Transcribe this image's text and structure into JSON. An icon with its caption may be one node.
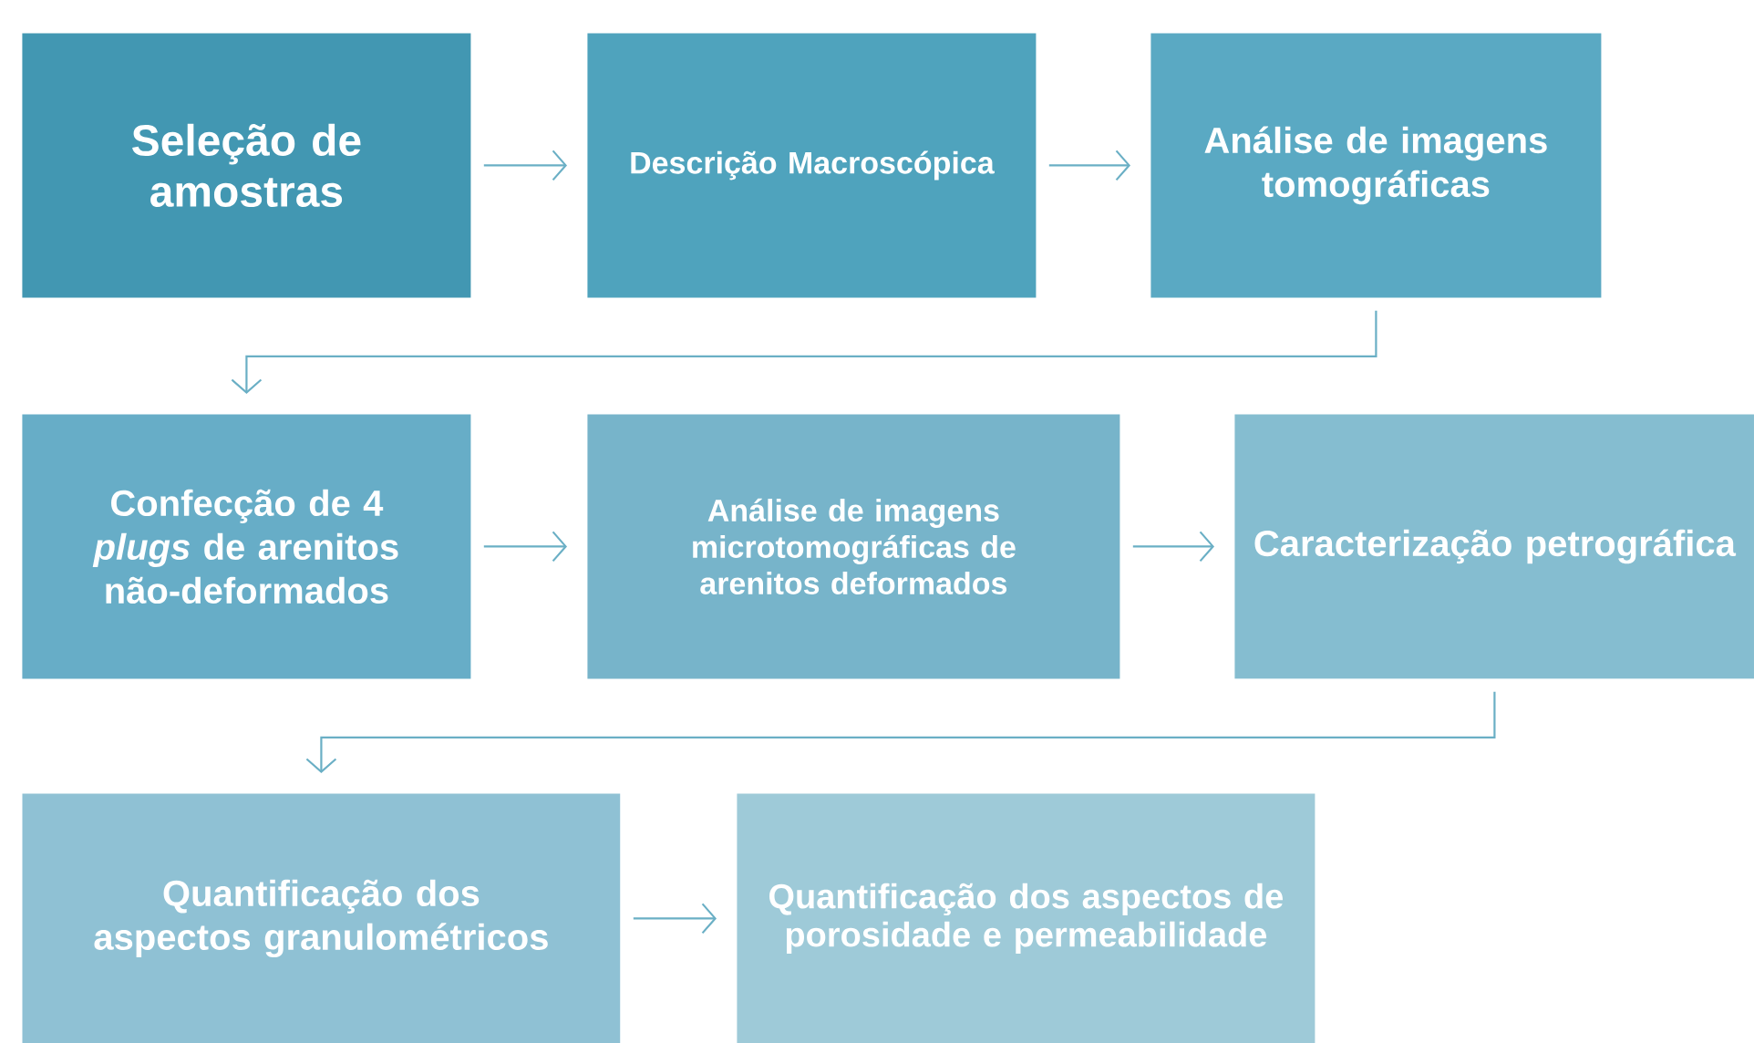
{
  "diagram": {
    "nodes": [
      {
        "text": [
          "Seleção de amostras"
        ]
      },
      {
        "text": [
          "Descrição Macroscópica"
        ]
      },
      {
        "text": [
          "Análise de imagens tomográficas"
        ]
      },
      {
        "text": [
          "Confecção de 4 *plugs* de arenitos não-deformados"
        ]
      },
      {
        "text": [
          "Análise de imagens microtomográficas de arenitos deformados"
        ]
      },
      {
        "text": [
          "Caracterização petrográfica"
        ]
      },
      {
        "text": [
          "Quantificação dos aspectos granulométricos"
        ]
      },
      {
        "text": [
          "Quantificação dos aspectos de porosidade e permeabilidade"
        ]
      }
    ],
    "edges": [
      {
        "from": 0,
        "to": 1,
        "arrow": "to"
      },
      {
        "from": 1,
        "to": 2,
        "arrow": "to"
      },
      {
        "from": 2,
        "to": 3,
        "arrow": "to"
      },
      {
        "from": 3,
        "to": 4,
        "arrow": "to"
      },
      {
        "from": 4,
        "to": 5,
        "arrow": "to"
      },
      {
        "from": 5,
        "to": 6,
        "arrow": "to"
      },
      {
        "from": 6,
        "to": 7,
        "arrow": "to"
      }
    ]
  }
}
